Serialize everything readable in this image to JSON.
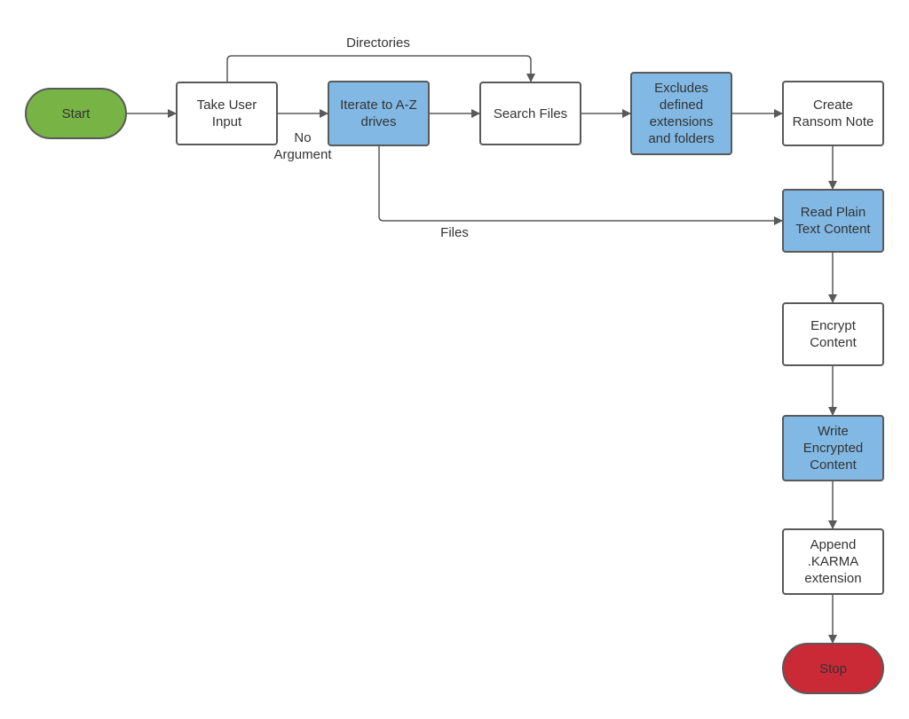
{
  "colors": {
    "start_fill": "#77b345",
    "stop_fill": "#c92a36",
    "highlight_fill": "#82b9e4",
    "border": "#595959",
    "edge": "#595959",
    "text": "#333333"
  },
  "nodes": {
    "start": "Start",
    "take_user_input": "Take User\nInput",
    "iterate_drives": "Iterate to A-Z\ndrives",
    "search_files": "Search Files",
    "excludes": "Excludes\ndefined\nextensions\nand folders",
    "create_ransom_note": "Create\nRansom Note",
    "read_plain_text": "Read Plain\nText Content",
    "encrypt_content": "Encrypt\nContent",
    "write_encrypted": "Write\nEncrypted\nContent",
    "append_extension": "Append\n.KARMA\nextension",
    "stop": "Stop"
  },
  "edge_labels": {
    "directories": "Directories",
    "no_argument": "No\nArgument",
    "files": "Files"
  }
}
